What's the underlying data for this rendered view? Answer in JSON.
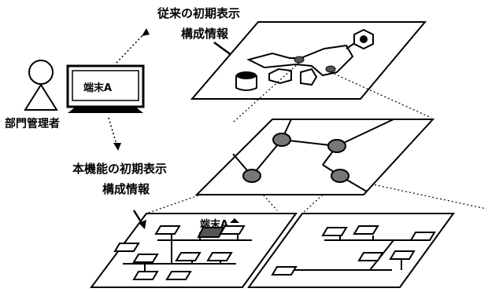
{
  "labels": {
    "legacy_line1": "従来の初期表示",
    "legacy_line2": "構成情報",
    "new_line1": "本機能の初期表示",
    "new_line2": "構成情報",
    "manager": "部門管理者",
    "terminal_monitor": "端末A",
    "terminal_detail": "端末A"
  }
}
